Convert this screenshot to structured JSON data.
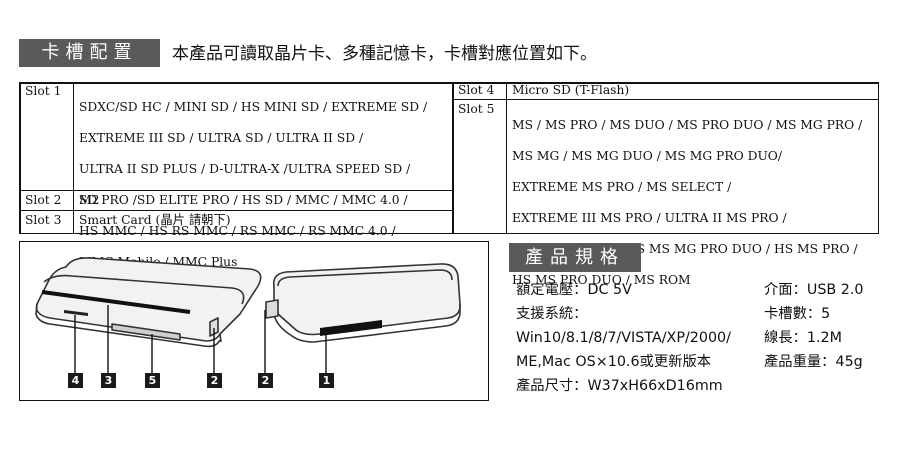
{
  "header": {
    "section_label": "卡槽配置",
    "description": "本產品可讀取晶片卡、多種記憶卡，卡槽對應位置如下。"
  },
  "slots": {
    "slot1": {
      "label": "Slot 1",
      "lines": [
        "SDXC/SD HC / MINI SD / HS MINI SD / EXTREME SD /",
        "EXTREME III SD / ULTRA SD / ULTRA II SD /",
        "ULTRA II SD PLUS / D-ULTRA-X /ULTRA SPEED SD /",
        "SD PRO /SD ELITE PRO / HS SD / MMC / MMC 4.0 /",
        "HS MMC / HS RS MMC / RS MMC / RS MMC 4.0 /",
        "MMC Mobile / MMC Plus"
      ]
    },
    "slot2": {
      "label": "Slot 2",
      "value": "M2"
    },
    "slot3": {
      "label": "Slot 3",
      "value": "Smart Card (晶片 請朝下)"
    },
    "slot4": {
      "label": "Slot 4",
      "value": "Micro SD (T-Flash)"
    },
    "slot5": {
      "label": "Slot 5",
      "lines": [
        "MS / MS PRO / MS DUO / MS PRO DUO / MS MG PRO /",
        "MS MG / MS MG DUO / MS MG PRO DUO/",
        "EXTREME MS PRO / MS SELECT /",
        "EXTREME III MS PRO / ULTRA II MS PRO /",
        "HS MS MG PRO / HS MS MG PRO DUO / HS MS PRO /",
        "HS MS PRO DUO / MS ROM"
      ]
    }
  },
  "diagram": {
    "badges": [
      "4",
      "3",
      "5",
      "2",
      "2",
      "1"
    ]
  },
  "specs": {
    "title": "產品規格",
    "voltage": "額定電壓：DC 5V",
    "os_label": "支援系統：",
    "os_line1": "Win10/8.1/8/7/VISTA/XP/2000/",
    "os_line2": "ME,Mac OS×10.6或更新版本",
    "size": "產品尺寸：W37xH66xD16mm",
    "interface": "介面：USB 2.0",
    "slot_count": "卡槽數：5",
    "cable": "線長：1.2M",
    "weight": "產品重量：45g"
  }
}
